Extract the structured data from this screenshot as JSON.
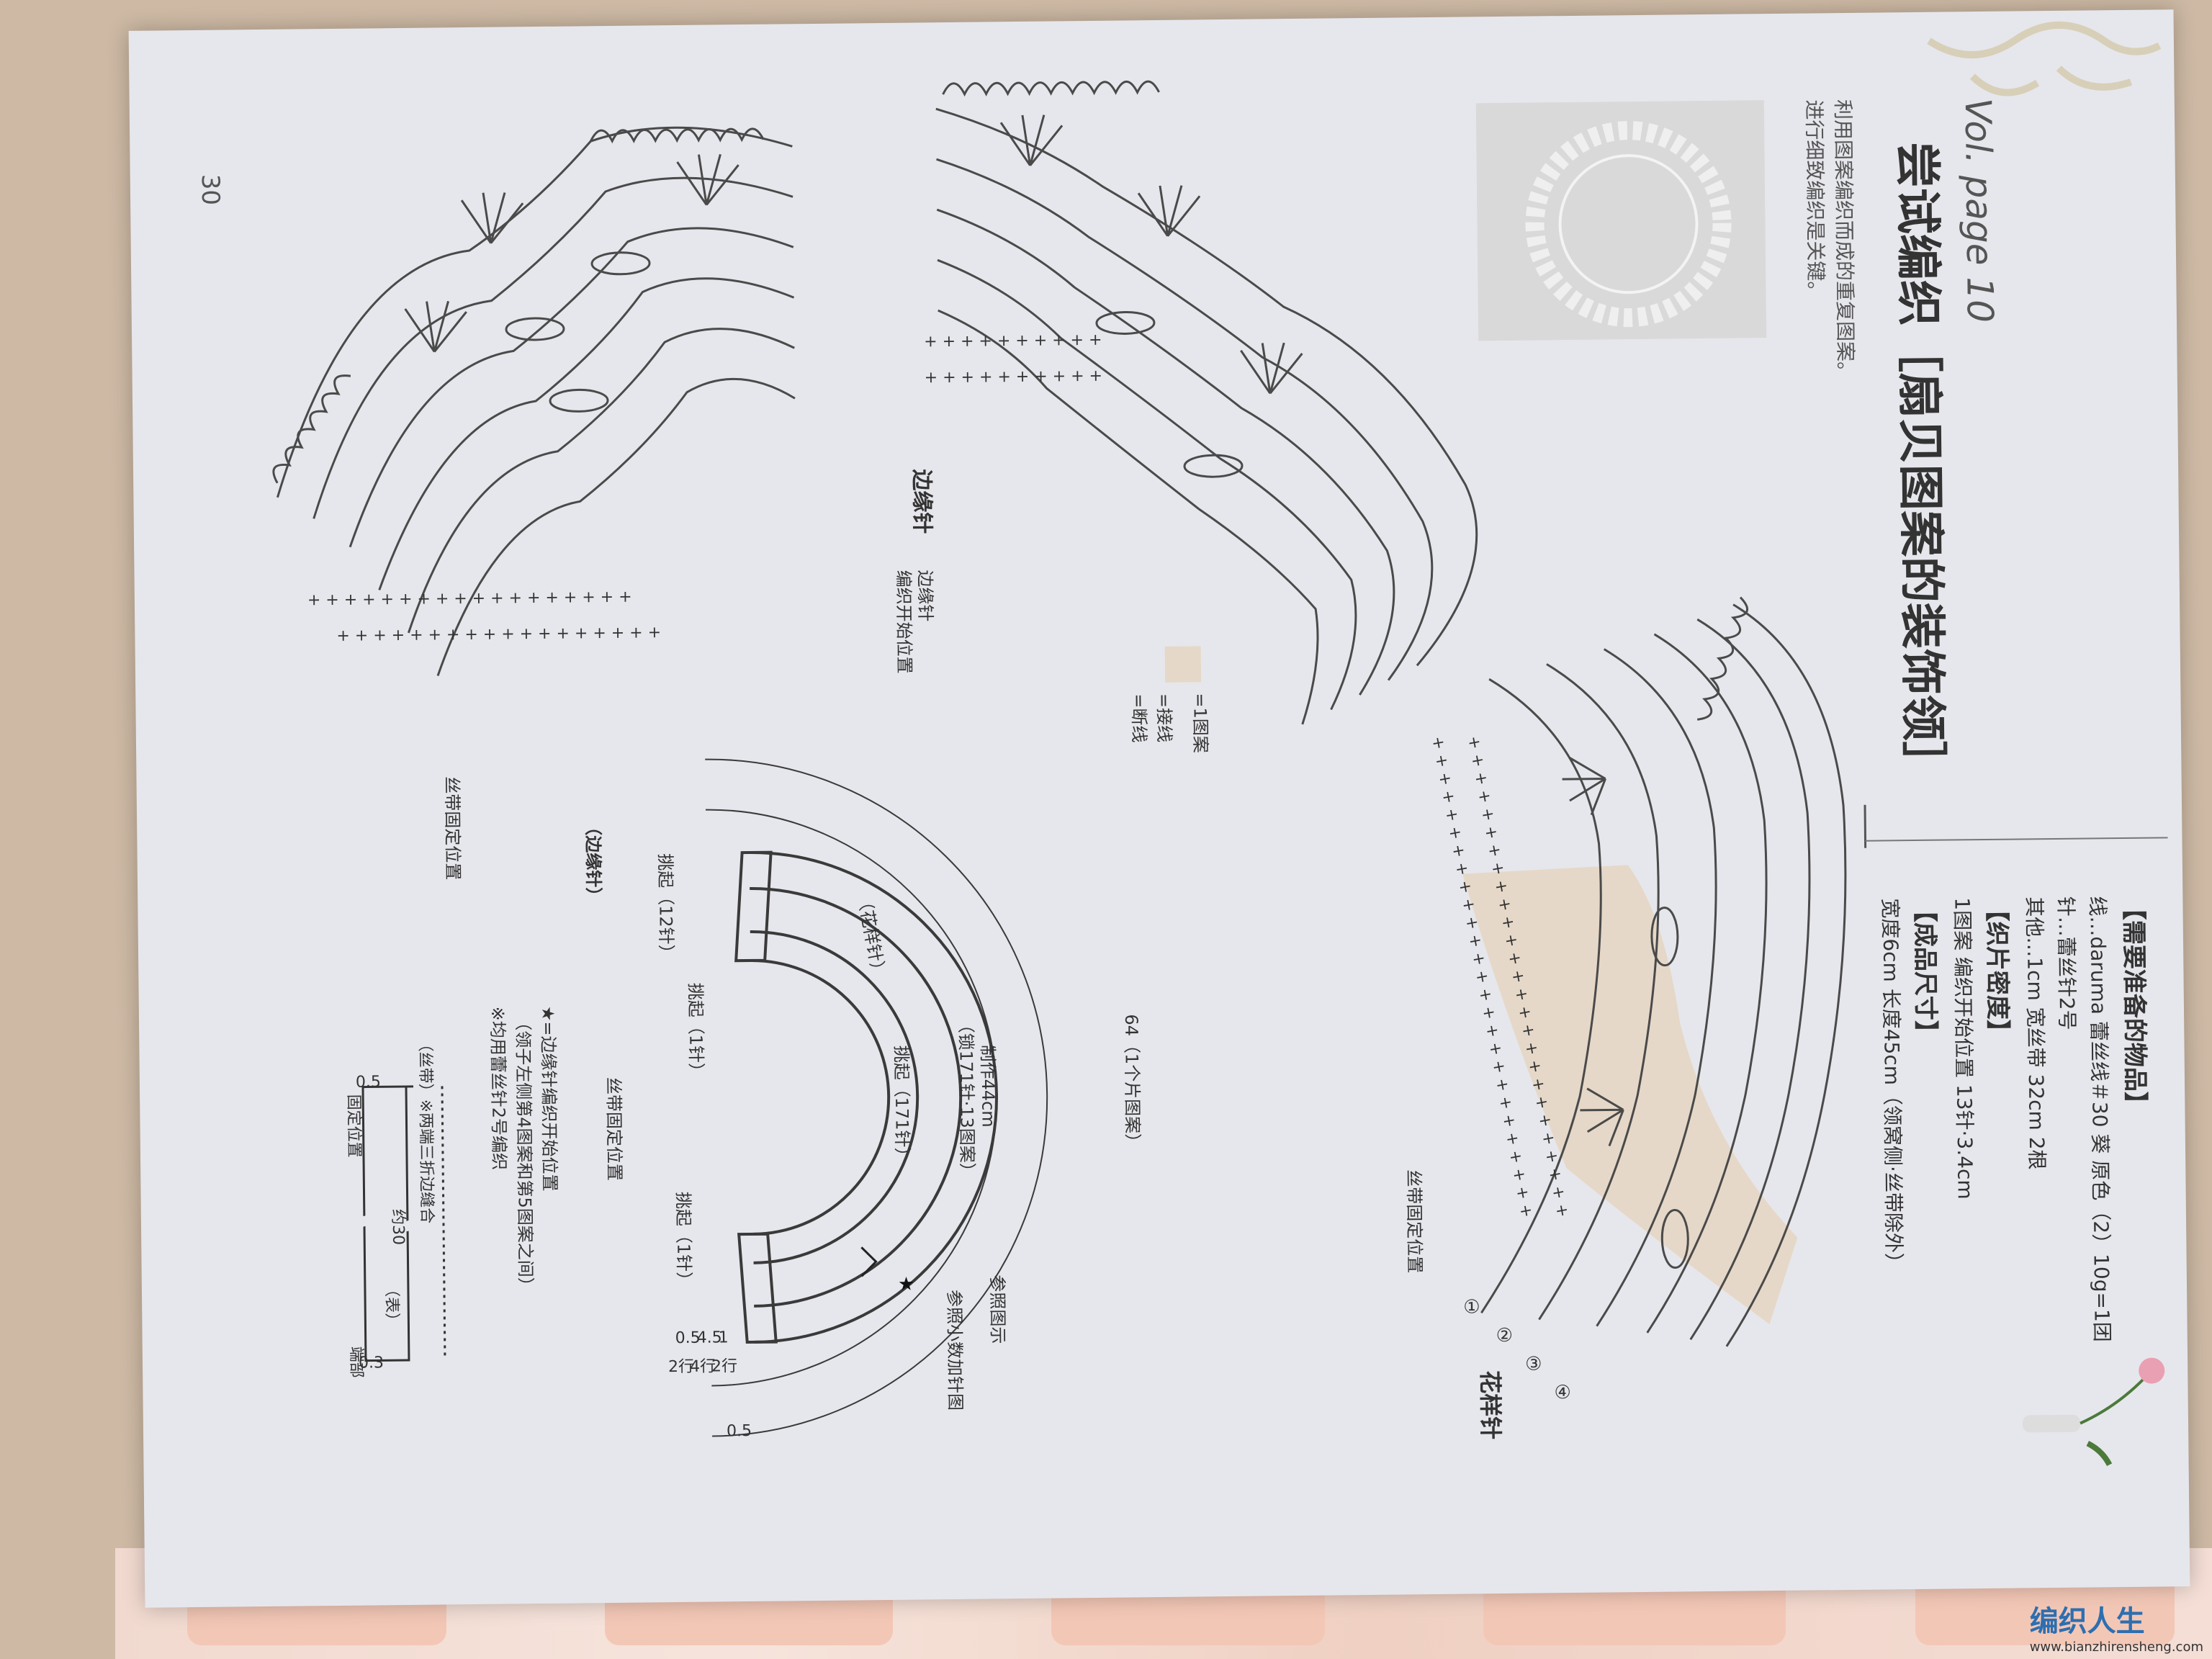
{
  "page_number": "30",
  "header": {
    "title": "尝试编织［扇贝图案的装饰领］",
    "subtitle": "Vol. page 10",
    "intro_line1": "利用图案编织而成的重复图案。",
    "intro_line2": "进行细致编织是关键。"
  },
  "legend": {
    "pattern_unit": "=1图案",
    "join_yarn": "=接线",
    "cut_yarn": "=断线"
  },
  "labels": {
    "edge_stitch": "边缘针",
    "edge_stitch_start": "边缘针",
    "edge_stitch_start2": "编织开始位置",
    "ribbon_pos_left": "丝带固定位置",
    "ribbon_pos_right": "丝带固定位置",
    "ribbon_pos_center": "丝带固定位置",
    "pattern_stitch": "花样针",
    "rows": [
      "①",
      "②",
      "③",
      "④"
    ]
  },
  "schematic": {
    "outer_label": "64（1个片图案）",
    "making": "制作44cm",
    "chain_count": "（锁171针·13图案）",
    "pick_171": "挑起（171针）",
    "pattern_stitch": "（花样针）",
    "refer": "参照图示",
    "refer2": "参照小数加针图",
    "edge_label": "（边缘针）",
    "pick_12": "挑起（12针）",
    "pick_1a": "挑起（1针）",
    "pick_1b": "挑起（1针）",
    "note_star": "★=边缘针编织开始位置",
    "note_star2": "（领子左侧第4图案和第5图案之间）",
    "note_hook": "※均用蕾丝针2号编织",
    "dims": [
      "0.5",
      "2行",
      "4.5",
      "4行",
      "1",
      "2行",
      "0.5"
    ]
  },
  "ribbon": {
    "length": "约30",
    "label": "（丝带）※两端三折边缝合",
    "face": "（表）",
    "fix_pos": "固定位置",
    "end": "端部",
    "d1": "0.5",
    "d2": "0.3"
  },
  "materials": {
    "heading": "【需要准备的物品】",
    "line1": "线…daruma 蕾丝线＃30 葵 原色（2）10g=1团",
    "line2": "针…蕾丝针2号",
    "line3": "其他…1cm 宽丝带 32cm 2根",
    "gauge_heading": "【织片密度】",
    "gauge": "1图案 编织开始位置 13针·3.4cm",
    "size_heading": "【成品尺寸】",
    "size": "宽度6cm 长度45cm（领窝侧·丝带除外）"
  },
  "watermark": {
    "brand": "编织人生",
    "url": "www.bianzhirensheng.com"
  }
}
